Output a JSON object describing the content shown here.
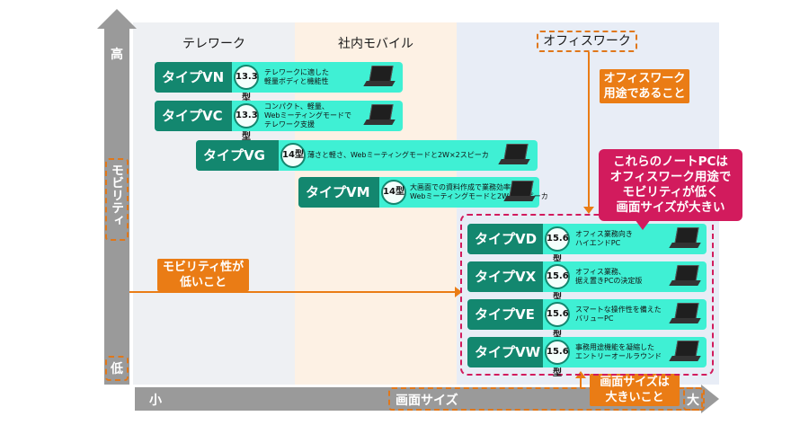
{
  "zones": {
    "telework": "テレワーク",
    "mobile": "社内モバイル",
    "office": "オフィスワーク"
  },
  "y_axis": {
    "label": "モビリティ",
    "high": "高",
    "low": "低"
  },
  "x_axis": {
    "label": "画面サイズ",
    "small": "小",
    "large": "大"
  },
  "notes": {
    "office_use": [
      "オフィスワーク",
      "用途であること"
    ],
    "mobility_low": [
      "モビリティ性が",
      "低いこと"
    ],
    "screen_large": [
      "画面サイズは",
      "大きいこと"
    ]
  },
  "callout": [
    "これらのノートPCは",
    "オフィスワーク用途で",
    "モビリティが低く",
    "画面サイズが大きい"
  ],
  "models": [
    {
      "name": "タイプVN",
      "size": "13.3型",
      "desc": [
        "テレワークに適した",
        "軽量ボディと機能性"
      ]
    },
    {
      "name": "タイプVC",
      "size": "13.3型",
      "desc": [
        "コンパクト、軽量、",
        "Webミーティングモードで",
        "テレワーク支援"
      ]
    },
    {
      "name": "タイプVG",
      "size": "14型",
      "desc": [
        "薄さと軽さ、Webミーティングモードと2W×2スピーカ"
      ]
    },
    {
      "name": "タイプVM",
      "size": "14型",
      "desc": [
        "大画面での資料作成で業務効率UP",
        "Webミーティングモードと2W×2スピーカ"
      ]
    },
    {
      "name": "タイプVD",
      "size": "15.6型",
      "desc": [
        "オフィス業務向き",
        "ハイエンドPC"
      ]
    },
    {
      "name": "タイプVX",
      "size": "15.6型",
      "desc": [
        "オフィス業務、",
        "据え置きPCの決定版"
      ]
    },
    {
      "name": "タイプVE",
      "size": "15.6型",
      "desc": [
        "スマートな操作性を備えた",
        "バリューPC"
      ]
    },
    {
      "name": "タイプVW",
      "size": "15.6型",
      "desc": [
        "事務用途機能を凝縮した",
        "エントリーオールラウンド"
      ]
    }
  ],
  "colors": {
    "zone_telework": "#eef0f3",
    "zone_mobile": "#fdf1e4",
    "zone_office": "#e8edf6",
    "tag": "#13876f",
    "bar": "#3ff0d4",
    "accent_orange": "#ea7c15",
    "callout": "#d21b5d",
    "axis": "#9a9a9a"
  }
}
